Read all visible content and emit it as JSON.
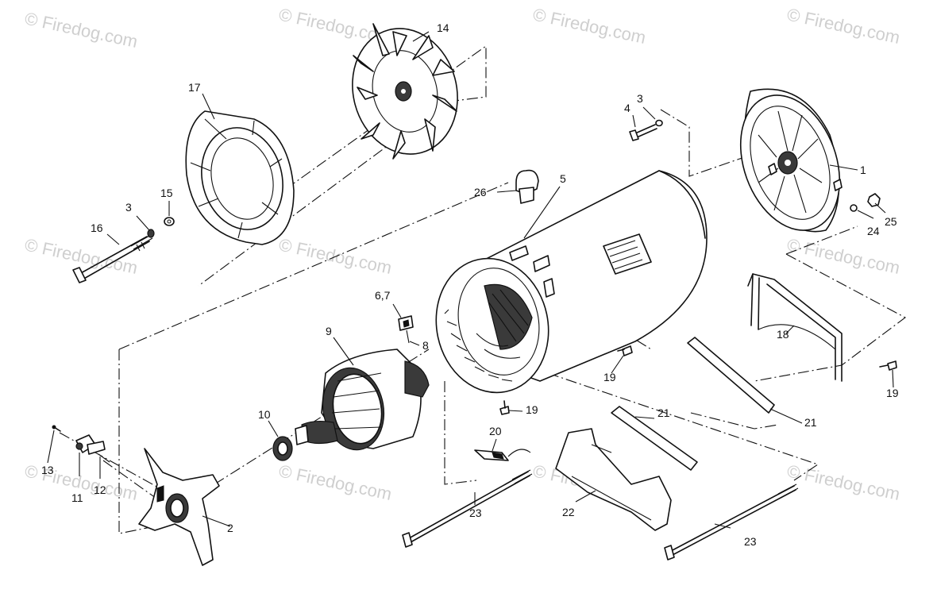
{
  "watermark": {
    "text": "© Firedog.com"
  },
  "labels": {
    "l1": "1",
    "l2": "2",
    "l3a": "3",
    "l3b": "3",
    "l4": "4",
    "l5": "5",
    "l67": "6,7",
    "l8": "8",
    "l9": "9",
    "l10": "10",
    "l11": "11",
    "l12": "12",
    "l13": "13",
    "l14": "14",
    "l15": "15",
    "l16": "16",
    "l17": "17",
    "l18": "18",
    "l19a": "19",
    "l19b": "19",
    "l19c": "19",
    "l20": "20",
    "l21a": "21",
    "l21b": "21",
    "l22": "22",
    "l23a": "23",
    "l23b": "23",
    "l24": "24",
    "l25": "25",
    "l26": "26"
  }
}
